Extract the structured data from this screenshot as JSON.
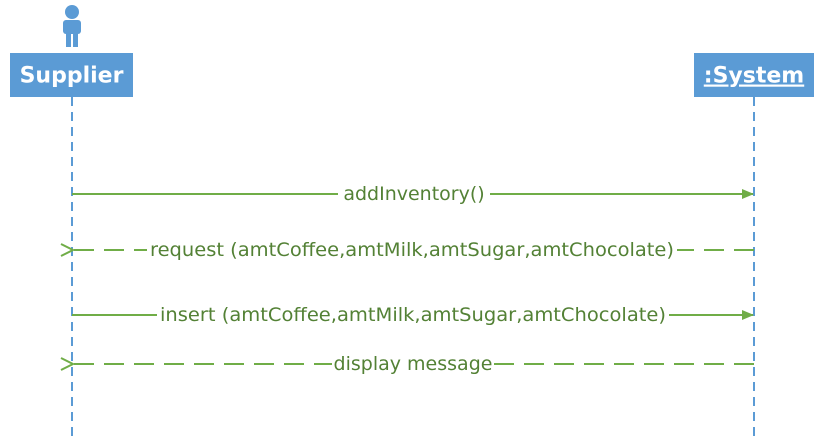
{
  "participants": [
    {
      "id": "supplier",
      "label": "Supplier",
      "kind": "actor",
      "underline": false
    },
    {
      "id": "system",
      "label": ":System",
      "kind": "object",
      "underline": true
    }
  ],
  "messages": [
    {
      "label": "addInventory()",
      "from": "supplier",
      "to": "system",
      "style": "solid"
    },
    {
      "label": "request (amtCoffee,amtMilk,amtSugar,amtChocolate)",
      "from": "system",
      "to": "supplier",
      "style": "dashed"
    },
    {
      "label": "insert (amtCoffee,amtMilk,amtSugar,amtChocolate)",
      "from": "supplier",
      "to": "system",
      "style": "solid"
    },
    {
      "label": "display message",
      "from": "system",
      "to": "supplier",
      "style": "dashed"
    }
  ],
  "colors": {
    "box_fill": "#5b9bd5",
    "lifeline": "#5b9bd5",
    "message": "#70ad47",
    "message_text": "#538135",
    "actor_icon": "#5b9bd5"
  }
}
